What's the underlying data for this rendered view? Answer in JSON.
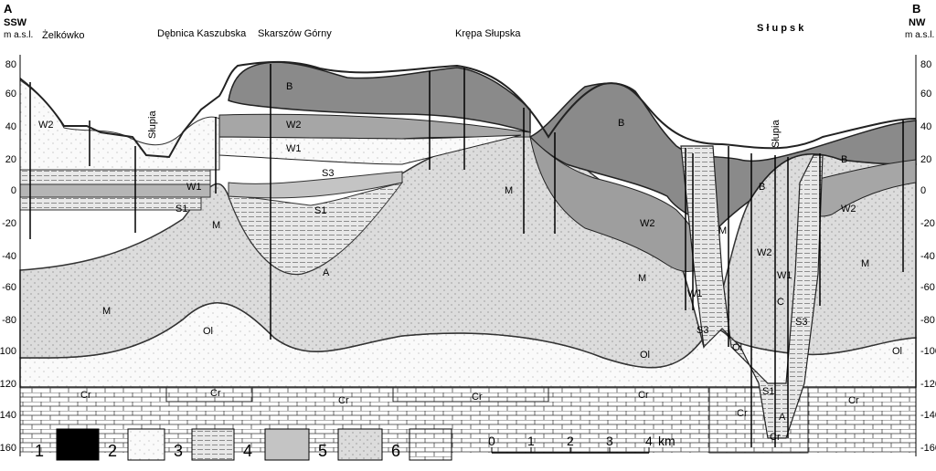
{
  "header": {
    "left_marker": "A",
    "left_direction": "SSW",
    "left_unit": "m a.s.l.",
    "right_marker": "B",
    "right_direction": "NW",
    "right_unit": "m a.s.l."
  },
  "places": [
    "Żelkówko",
    "Dębnica Kaszubska",
    "Skarszów Górny",
    "Krępa Słupska",
    "S ł u p s k"
  ],
  "rivers": [
    "Słupia",
    "Słupia"
  ],
  "y_ticks": [
    "80",
    "60",
    "40",
    "20",
    "0",
    "-20",
    "-40",
    "-60",
    "-80",
    "-100",
    "-120",
    "-140",
    "-160"
  ],
  "units": {
    "B": "B",
    "W2": "W2",
    "W1": "W1",
    "S3": "S3",
    "S1": "S1",
    "M": "M",
    "A": "A",
    "Ol": "Ol",
    "Cr": "Cr",
    "C": "C"
  },
  "legend": [
    {
      "num": "1",
      "fill": "#000000"
    },
    {
      "num": "2",
      "fill": "#ffffff"
    },
    {
      "num": "3",
      "fill": "#e8e8e8"
    },
    {
      "num": "4",
      "fill": "#c4c4c4"
    },
    {
      "num": "5",
      "fill": "#dcdcdc"
    },
    {
      "num": "6",
      "fill": "#ffffff"
    }
  ],
  "scale": {
    "ticks": [
      "0",
      "1",
      "2",
      "3",
      "4"
    ],
    "unit": "km"
  },
  "colors": {
    "dark": "#8a8a8a",
    "mid": "#b5b5b5",
    "light": "#dcdcdc",
    "pale": "#ebebeb"
  }
}
